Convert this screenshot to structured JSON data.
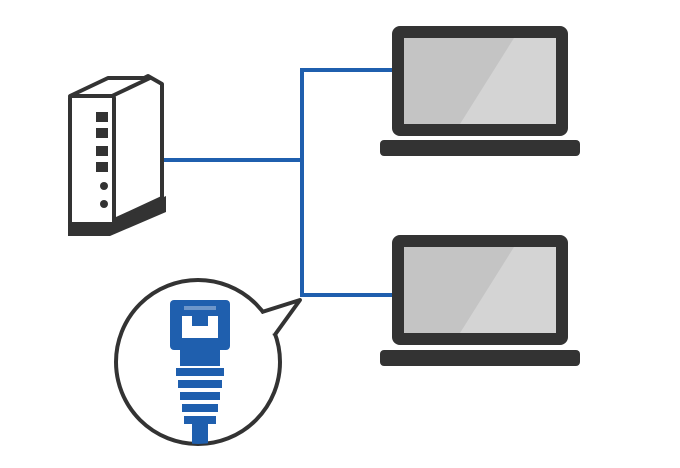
{
  "diagram": {
    "nodes": [
      {
        "id": "router",
        "kind": "router",
        "icon": "router-icon"
      },
      {
        "id": "laptop-1",
        "kind": "laptop",
        "icon": "laptop-icon"
      },
      {
        "id": "laptop-2",
        "kind": "laptop",
        "icon": "laptop-icon"
      }
    ],
    "edges": [
      {
        "from": "router",
        "to": "laptop-1",
        "kind": "ethernet"
      },
      {
        "from": "router",
        "to": "laptop-2",
        "kind": "ethernet"
      }
    ],
    "callout": {
      "target": "network-lines",
      "icon": "ethernet-cable-icon"
    }
  },
  "colors": {
    "cable": "#1f5fae",
    "device_outline": "#333333",
    "screen_fill": "#c4c4c4",
    "screen_highlight": "#d4d4d4",
    "device_fill": "#ffffff",
    "background": "#ffffff"
  }
}
